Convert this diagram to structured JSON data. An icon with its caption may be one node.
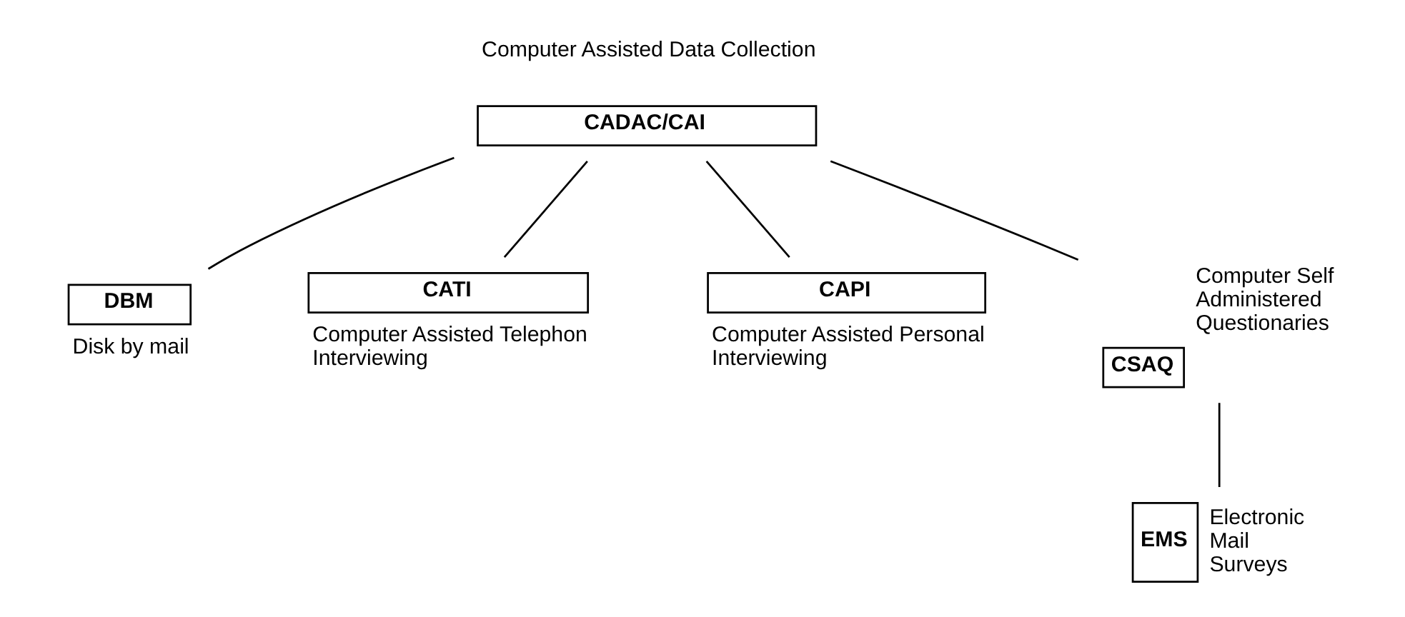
{
  "diagram": {
    "nodes": [
      {
        "text": [
          "CADAC/CAI"
        ],
        "beside": [
          "Computer Assisted Data Collection"
        ]
      },
      {
        "text": [
          "DBM"
        ],
        "beside": [
          "Disk by mail"
        ]
      },
      {
        "text": [
          "CATI"
        ],
        "beside": [
          "Computer Assisted Telephon Interviewing"
        ]
      },
      {
        "text": [
          "CAPI"
        ],
        "beside": [
          "Computer Assisted Personal Interviewing"
        ]
      },
      {
        "text": [
          "CSAQ"
        ],
        "beside": [
          "Computer Self Administered Questionaries"
        ]
      },
      {
        "text": [
          "EMS"
        ],
        "beside": [
          "Electronic Mail Surveys"
        ]
      }
    ],
    "edges": [
      {
        "from": 0,
        "to": 1,
        "arrow": "none"
      },
      {
        "from": 0,
        "to": 2,
        "arrow": "none"
      },
      {
        "from": 0,
        "to": 3,
        "arrow": "none"
      },
      {
        "from": 0,
        "to": 4,
        "arrow": "none"
      },
      {
        "from": 4,
        "to": 5,
        "arrow": "none"
      }
    ]
  }
}
